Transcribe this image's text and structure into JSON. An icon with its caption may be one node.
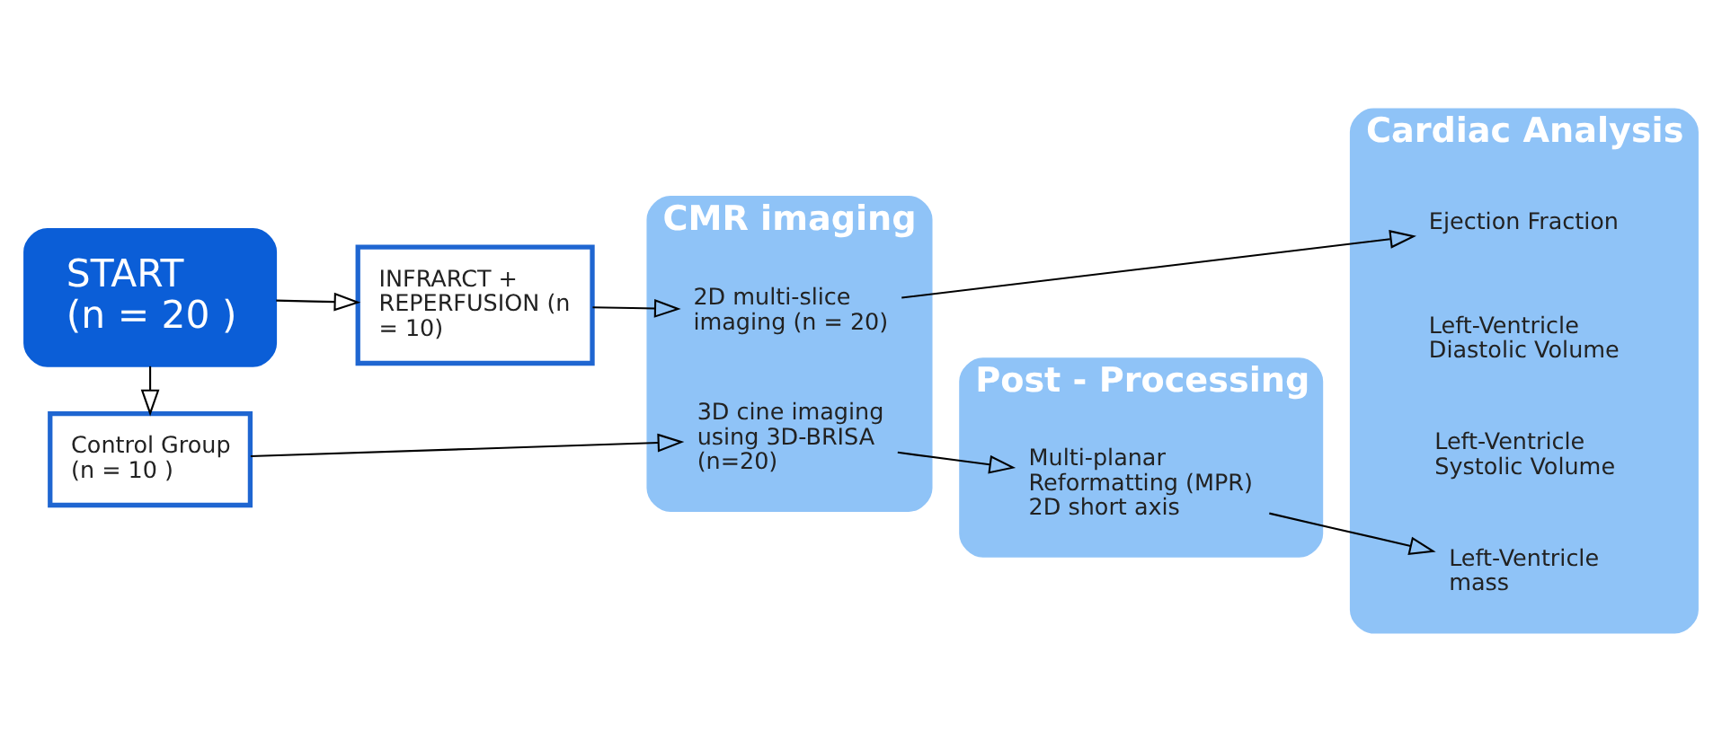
{
  "diagram": {
    "nodes": [
      {
        "text": [
          "START",
          "(n = 20 )"
        ]
      },
      {
        "text": [
          "INFRARCT + REPERFUSION (n = 10)"
        ]
      },
      {
        "text": [
          "Control Group (n = 10 )"
        ]
      },
      {
        "text": [
          "CMR imaging"
        ]
      },
      {
        "text": [
          "2D multi-slice imaging (n = 20)"
        ],
        "in": 3
      },
      {
        "text": [
          "3D cine imaging using 3D-BRISA (n=20)"
        ],
        "in": 3
      },
      {
        "text": [
          "Post - Processing"
        ]
      },
      {
        "text": [
          "Multi-planar Reformatting (MPR)",
          "2D short axis"
        ],
        "in": 6
      },
      {
        "text": [
          "Cardiac Analysis"
        ]
      },
      {
        "text": [
          "Ejection Fraction"
        ],
        "in": 8
      },
      {
        "text": [
          "Left-Ventricle Diastolic Volume"
        ],
        "in": 8
      },
      {
        "text": [
          "Left-Ventricle Systolic Volume"
        ],
        "in": 8
      },
      {
        "text": [
          "Left-Ventricle mass"
        ],
        "in": 8
      }
    ],
    "edges": [
      {
        "from": 0,
        "to": 1,
        "arrow": "to"
      },
      {
        "from": 0,
        "to": 2,
        "arrow": "to"
      },
      {
        "from": 1,
        "to": 4,
        "arrow": "to"
      },
      {
        "from": 2,
        "to": 5,
        "arrow": "to"
      },
      {
        "from": 4,
        "to": 9,
        "arrow": "to"
      },
      {
        "from": 5,
        "to": 7,
        "arrow": "to"
      },
      {
        "from": 7,
        "to": 12,
        "arrow": "to"
      }
    ]
  }
}
